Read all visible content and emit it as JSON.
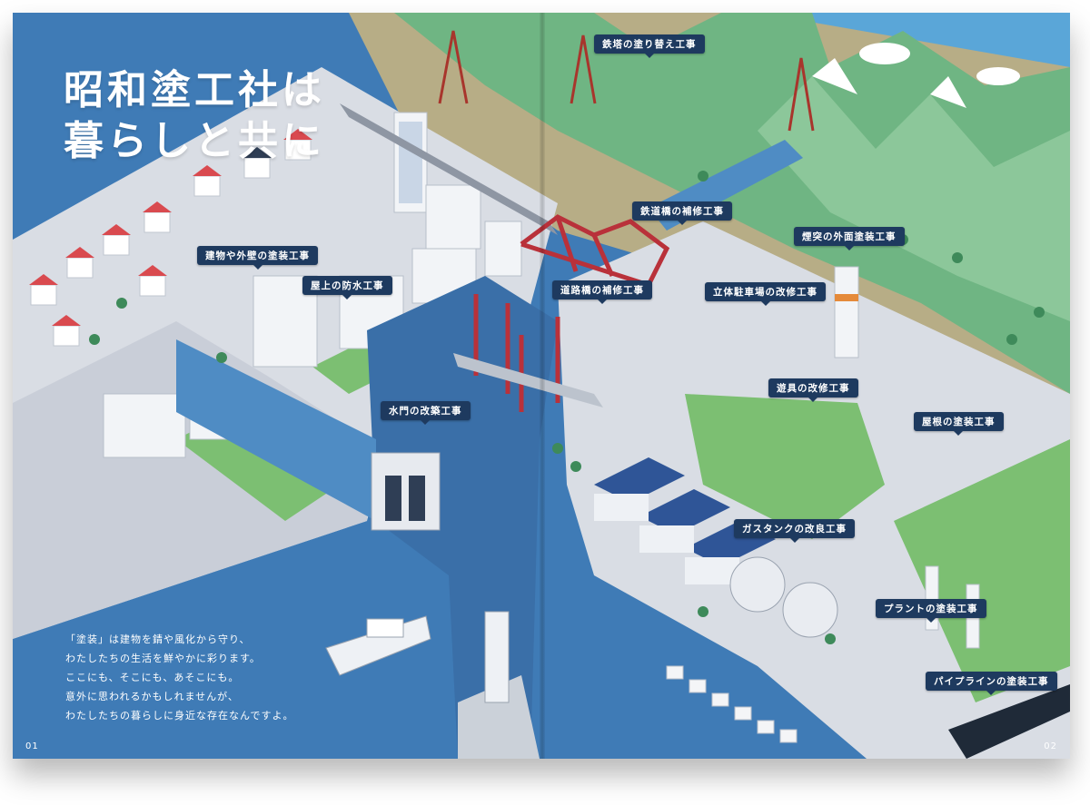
{
  "headline": {
    "line1": "昭和塗工社は",
    "line2": "暮らしと共に"
  },
  "body_copy": [
    "「塗装」は建物を錆や風化から守り、",
    "わたしたちの生活を鮮やかに彩ります。",
    "ここにも、そこにも、あそこにも。",
    "意外に思われるかもしれませんが、",
    "わたしたちの暮らしに身近な存在なんですよ。"
  ],
  "page_numbers": {
    "left": "01",
    "right": "02"
  },
  "labels": {
    "steel_tower": "鉄塔の塗り替え工事",
    "railway_bridge": "鉄道橋の補修工事",
    "chimney": "煙突の外面塗装工事",
    "building_wall": "建物や外壁の塗装工事",
    "rooftop": "屋上の防水工事",
    "road_bridge": "道路橋の補修工事",
    "parking": "立体駐車場の改修工事",
    "playground": "遊具の改修工事",
    "roof": "屋根の塗装工事",
    "floodgate": "水門の改築工事",
    "gas_tank": "ガスタンクの改良工事",
    "plant": "プラントの塗装工事",
    "pipeline": "パイプラインの塗装工事"
  },
  "colors": {
    "sea": "#3f7bb6",
    "land": "#d9dde4",
    "grass": "#7cbf72",
    "mountain": "#6fb583",
    "label_bg": "#1e3a5f",
    "bridge_red": "#b9313a"
  }
}
